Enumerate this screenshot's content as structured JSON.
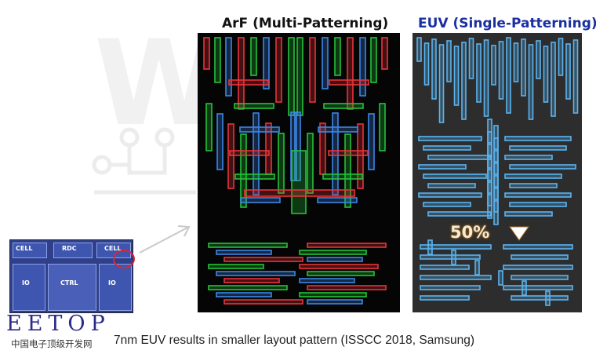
{
  "watermark": {
    "text": "W"
  },
  "titles": {
    "arf": "ArF (Multi-Patterning)",
    "euv": "EUV (Single-Patterning)"
  },
  "badge": {
    "text": "50%",
    "arrow_icon": "triangle-down"
  },
  "chip": {
    "labels": {
      "cell_left": "CELL",
      "rdc": "RDC",
      "cell_right": "CELL",
      "io_left": "IO",
      "ctrl": "CTRL",
      "io_right": "IO"
    }
  },
  "brand": {
    "name": "EETOP",
    "subtitle": "中国电子顶级开发网"
  },
  "caption": "7nm EUV results in smaller layout pattern (ISSCC 2018, Samsung)",
  "colors": {
    "arf_red": "#e8343a",
    "arf_green": "#25c23a",
    "arf_blue": "#3d86e6",
    "euv_blue": "#5ab4f0",
    "euv_bg": "#2d2d2d",
    "caption_text": "#222222",
    "euv_title": "#1a2fa0"
  }
}
